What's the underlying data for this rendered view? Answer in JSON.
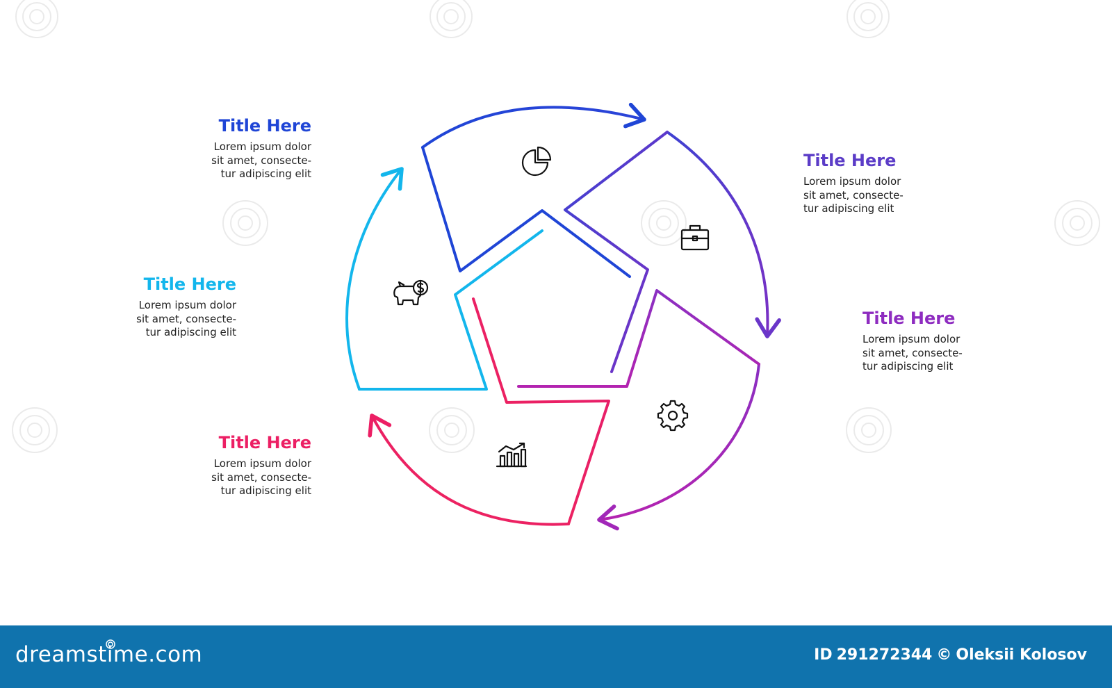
{
  "steps": [
    {
      "title": "Title Here",
      "body": [
        "Lorem ipsum dolor",
        "sit amet, consecte-",
        "tur adipiscing elit"
      ],
      "color": "#1f45d6",
      "icon": "pie-chart-icon"
    },
    {
      "title": "Title Here",
      "body": [
        "Lorem ipsum dolor",
        "sit amet, consecte-",
        "tur adipiscing elit"
      ],
      "color": "#5b3cc7",
      "icon": "briefcase-icon"
    },
    {
      "title": "Title Here",
      "body": [
        "Lorem ipsum dolor",
        "sit amet, consecte-",
        "tur adipiscing elit"
      ],
      "color": "#8e2cc0",
      "icon": "gear-icon"
    },
    {
      "title": "Title Here",
      "body": [
        "Lorem ipsum dolor",
        "sit amet, consecte-",
        "tur adipiscing elit"
      ],
      "color": "#ec1f64",
      "icon": "bar-chart-growth-icon"
    },
    {
      "title": "Title Here",
      "body": [
        "Lorem ipsum dolor",
        "sit amet, consecte-",
        "tur adipiscing elit"
      ],
      "color": "#13b6ec",
      "icon": "piggy-bank-icon"
    }
  ],
  "footer": {
    "brand": "dreamstime.com",
    "id_label": "ID",
    "id_number": "291272344",
    "copyright": "©",
    "author": "Oleksii Kolosov",
    "background": "#1073ad"
  }
}
